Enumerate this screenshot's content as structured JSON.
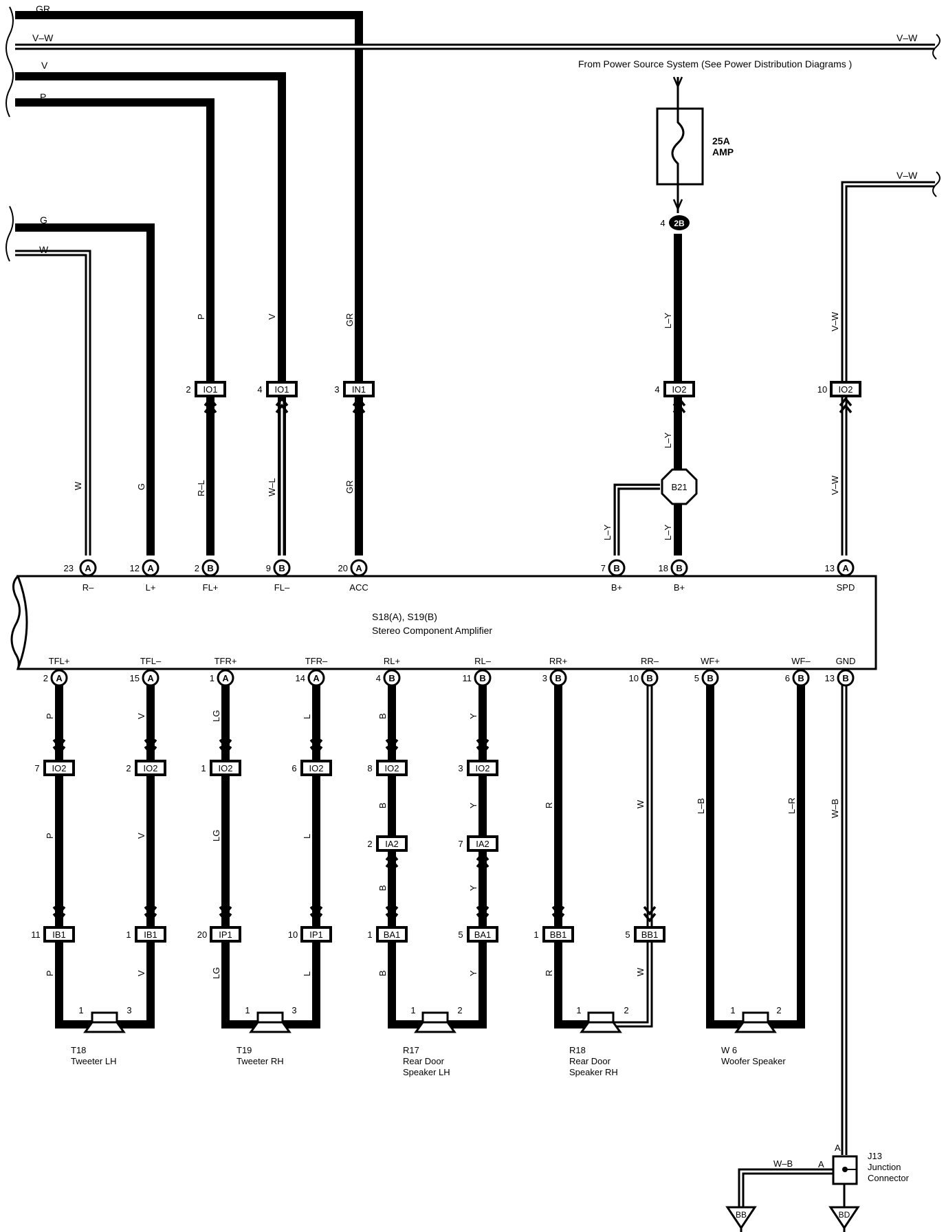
{
  "power_source": "From Power Source System (See Power Distribution Diagrams )",
  "fuse": {
    "rating": "25A",
    "unit": "AMP"
  },
  "top_wires": {
    "gr": "GR",
    "vw_left": "V–W",
    "vw_right": "V–W",
    "v": "V",
    "p": "P",
    "g": "G",
    "w": "W",
    "vw_spd": "V–W"
  },
  "splice": "B21",
  "fuse_conn": {
    "pin": "4",
    "id": "2B"
  },
  "amp": {
    "title": "S18(A), S19(B)",
    "name": "Stereo Component Amplifier"
  },
  "upper_colors": {
    "p": "P",
    "v": "V",
    "gr1": "GR",
    "ly1": "L–Y",
    "vw1": "V–W",
    "w": "W",
    "g": "G",
    "rl": "R–L",
    "wl": "W–L",
    "gr2": "GR",
    "ly2": "L–Y",
    "vw2": "V–W",
    "ly3": "L–Y",
    "ly4": "L–Y"
  },
  "upper_conns": {
    "io1a": {
      "pin": "2",
      "id": "IO1"
    },
    "io1b": {
      "pin": "4",
      "id": "IO1"
    },
    "in1": {
      "pin": "3",
      "id": "IN1"
    },
    "io2a": {
      "pin": "4",
      "id": "IO2"
    },
    "io2b": {
      "pin": "10",
      "id": "IO2"
    }
  },
  "top_terms": [
    {
      "pin": "23",
      "letter": "A",
      "label": "R–"
    },
    {
      "pin": "12",
      "letter": "A",
      "label": "L+"
    },
    {
      "pin": "2",
      "letter": "B",
      "label": "FL+"
    },
    {
      "pin": "9",
      "letter": "B",
      "label": "FL–"
    },
    {
      "pin": "20",
      "letter": "A",
      "label": "ACC"
    },
    {
      "pin": "7",
      "letter": "B",
      "label": "B+"
    },
    {
      "pin": "18",
      "letter": "B",
      "label": "B+"
    },
    {
      "pin": "13",
      "letter": "A",
      "label": "SPD"
    }
  ],
  "bottom_terms": [
    {
      "pin": "2",
      "letter": "A",
      "label": "TFL+"
    },
    {
      "pin": "15",
      "letter": "A",
      "label": "TFL–"
    },
    {
      "pin": "1",
      "letter": "A",
      "label": "TFR+"
    },
    {
      "pin": "14",
      "letter": "A",
      "label": "TFR–"
    },
    {
      "pin": "4",
      "letter": "B",
      "label": "RL+"
    },
    {
      "pin": "11",
      "letter": "B",
      "label": "RL–"
    },
    {
      "pin": "3",
      "letter": "B",
      "label": "RR+"
    },
    {
      "pin": "10",
      "letter": "B",
      "label": "RR–"
    },
    {
      "pin": "5",
      "letter": "B",
      "label": "WF+"
    },
    {
      "pin": "6",
      "letter": "B",
      "label": "WF–"
    },
    {
      "pin": "13",
      "letter": "B",
      "label": "GND"
    }
  ],
  "lower_colors": {
    "c1": [
      "P",
      "P",
      "P"
    ],
    "c2": [
      "V",
      "V",
      "V"
    ],
    "c3": [
      "LG",
      "LG",
      "LG"
    ],
    "c4": [
      "L",
      "L",
      "L"
    ],
    "c5": [
      "B",
      "B",
      "B",
      "B"
    ],
    "c6": [
      "Y",
      "Y",
      "Y",
      "Y"
    ],
    "c7": [
      "R",
      "R"
    ],
    "c8": [
      "W",
      "W"
    ],
    "c9": [
      "L–B"
    ],
    "c10": [
      "L–R"
    ],
    "c11": [
      "W–B"
    ]
  },
  "io2_row": [
    {
      "pin": "7",
      "id": "IO2"
    },
    {
      "pin": "2",
      "id": "IO2"
    },
    {
      "pin": "1",
      "id": "IO2"
    },
    {
      "pin": "6",
      "id": "IO2"
    },
    {
      "pin": "8",
      "id": "IO2"
    },
    {
      "pin": "3",
      "id": "IO2"
    }
  ],
  "ia2_row": [
    {
      "pin": "2",
      "id": "IA2"
    },
    {
      "pin": "7",
      "id": "IA2"
    }
  ],
  "lower_row": [
    {
      "pin": "11",
      "id": "IB1"
    },
    {
      "pin": "1",
      "id": "IB1"
    },
    {
      "pin": "20",
      "id": "IP1"
    },
    {
      "pin": "10",
      "id": "IP1"
    },
    {
      "pin": "1",
      "id": "BA1"
    },
    {
      "pin": "5",
      "id": "BA1"
    },
    {
      "pin": "1",
      "id": "BB1"
    },
    {
      "pin": "5",
      "id": "BB1"
    }
  ],
  "speakers": [
    {
      "code": "T18",
      "line1": "Tweeter LH",
      "line2": "",
      "p1": "1",
      "p2": "3"
    },
    {
      "code": "T19",
      "line1": "Tweeter RH",
      "line2": "",
      "p1": "1",
      "p2": "3"
    },
    {
      "code": "R17",
      "line1": "Rear Door",
      "line2": "Speaker LH",
      "p1": "1",
      "p2": "2"
    },
    {
      "code": "R18",
      "line1": "Rear Door",
      "line2": "Speaker RH",
      "p1": "1",
      "p2": "2"
    },
    {
      "code": "W 6",
      "line1": "Woofer Speaker",
      "line2": "",
      "p1": "1",
      "p2": "2"
    }
  ],
  "junction": {
    "code": "J13",
    "line1": "Junction",
    "line2": "Connector",
    "a_top": "A",
    "a_left": "A",
    "wb": "W–B"
  },
  "grounds": {
    "bb": "BB",
    "bd": "BD"
  }
}
